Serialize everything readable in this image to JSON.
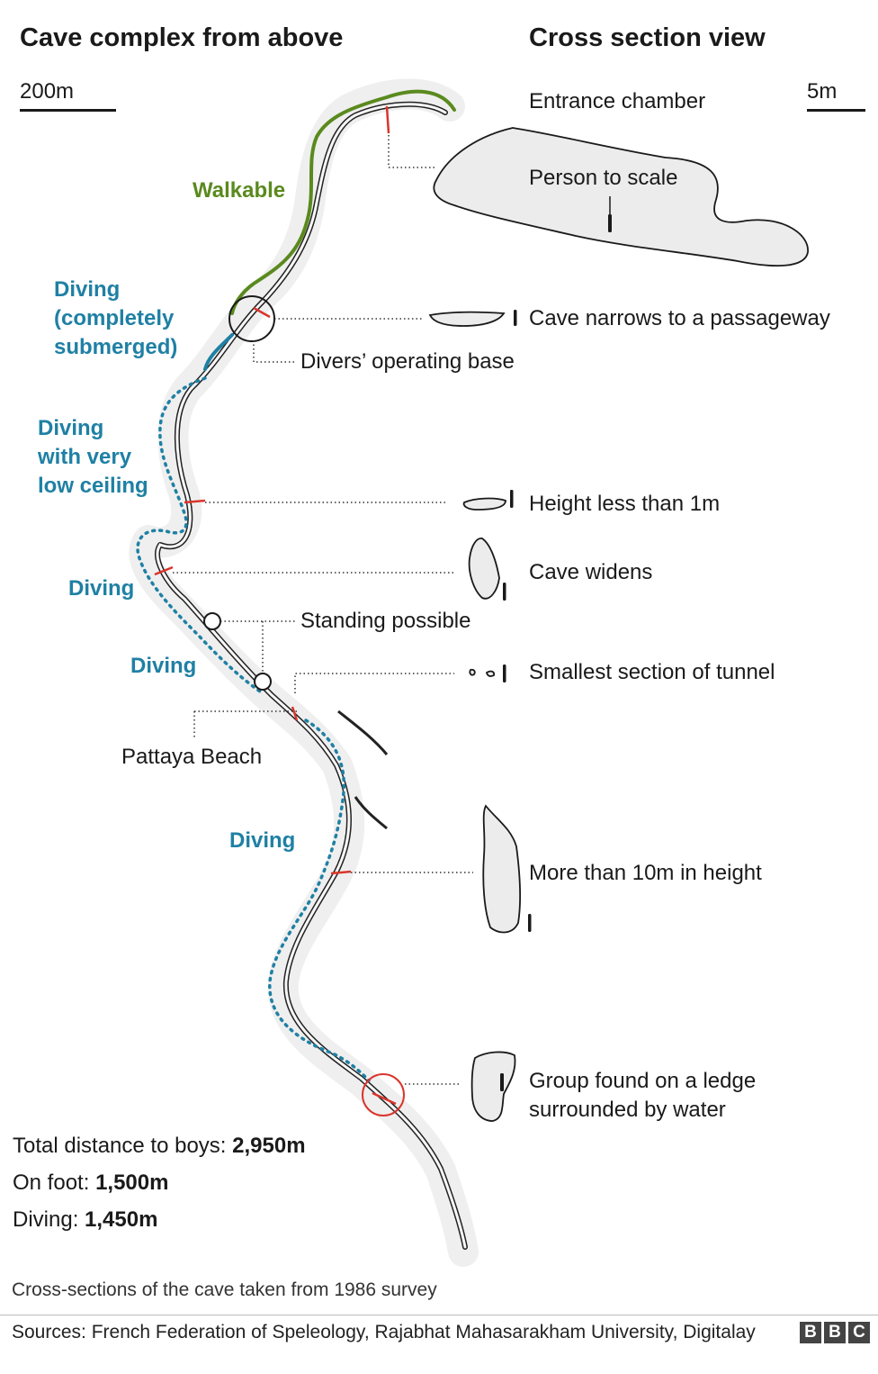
{
  "titles": {
    "above": "Cave complex from above",
    "cross": "Cross section view"
  },
  "scales": {
    "map": "200m",
    "section": "5m"
  },
  "sections": {
    "entrance": "Entrance chamber",
    "person": "Person to scale",
    "narrows": "Cave narrows to a passageway",
    "low": "Height less than 1m",
    "widens": "Cave widens",
    "smallest": "Smallest section of tunnel",
    "tall": "More than 10m in height",
    "group_line1": "Group found on a ledge",
    "group_line2": "surrounded by water"
  },
  "map_labels": {
    "walkable": "Walkable",
    "diving_sub_1": "Diving",
    "diving_sub_2": "(completely",
    "diving_sub_3": "submerged)",
    "low_1": "Diving",
    "low_2": "with very",
    "low_3": "low ceiling",
    "diving_a": "Diving",
    "diving_b": "Diving",
    "diving_c": "Diving",
    "base": "Divers’ operating base",
    "standing": "Standing possible",
    "pattaya": "Pattaya Beach"
  },
  "stats": {
    "total_label": "Total distance to boys: ",
    "total_value": "2,950m",
    "foot_label": "On foot: ",
    "foot_value": "1,500m",
    "diving_label": "Diving: ",
    "diving_value": "1,450m"
  },
  "note": "Cross-sections of the cave taken from 1986 survey",
  "sources": "Sources: French Federation of Speleology, Rajabhat Mahasarakham University, Digitalay",
  "logo": [
    "B",
    "B",
    "C"
  ],
  "colors": {
    "walkable": "#5a8a1e",
    "diving": "#1f80a4",
    "marker": "#d9352c",
    "cave_fill": "#ececec"
  }
}
